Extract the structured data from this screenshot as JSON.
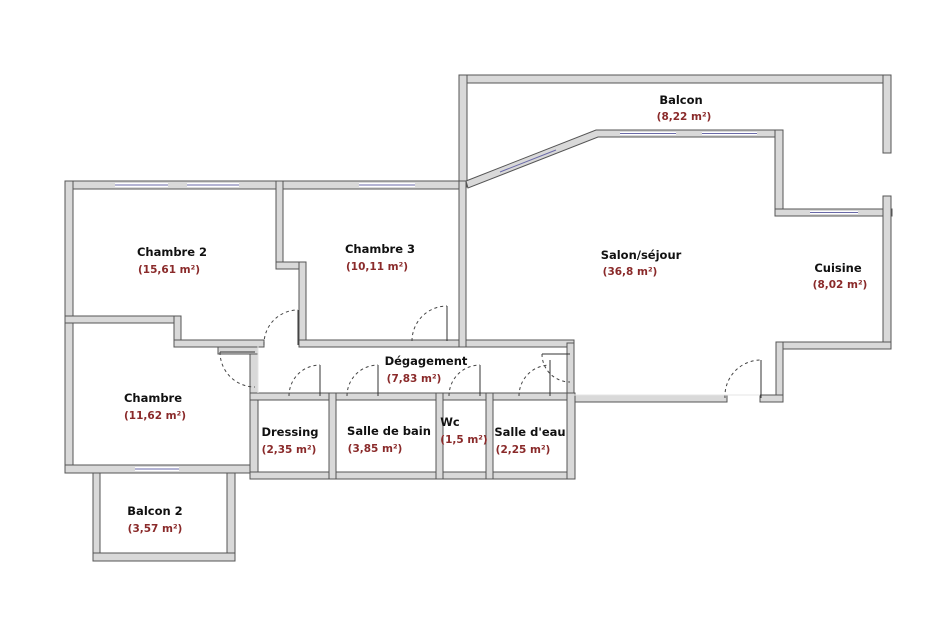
{
  "colors": {
    "wall": "#d9d9d9",
    "wall_outline": "#555555",
    "window": "#6a6aa8",
    "label": "#111111",
    "area_text": "#8a2a2a"
  },
  "rooms": {
    "balcon": {
      "name": "Balcon",
      "area": "(8,22 m²)"
    },
    "chambre_2": {
      "name": "Chambre 2",
      "area": "(15,61 m²)"
    },
    "chambre_3": {
      "name": "Chambre 3",
      "area": "(10,11 m²)"
    },
    "salon": {
      "name": "Salon/séjour",
      "area": "(36,8 m²)"
    },
    "cuisine": {
      "name": "Cuisine",
      "area": "(8,02 m²)"
    },
    "degagement": {
      "name": "Dégagement",
      "area": "(7,83 m²)"
    },
    "chambre": {
      "name": "Chambre",
      "area": "(11,62 m²)"
    },
    "dressing": {
      "name": "Dressing",
      "area": "(2,35 m²)"
    },
    "salle_de_bain": {
      "name": "Salle de bain",
      "area": "(3,85 m²)"
    },
    "wc": {
      "name": "Wc",
      "area": "(1,5 m²)"
    },
    "salle_d_eau": {
      "name": "Salle d'eau",
      "area": "(2,25 m²)"
    },
    "balcon_2": {
      "name": "Balcon 2",
      "area": "(3,57 m²)"
    }
  }
}
